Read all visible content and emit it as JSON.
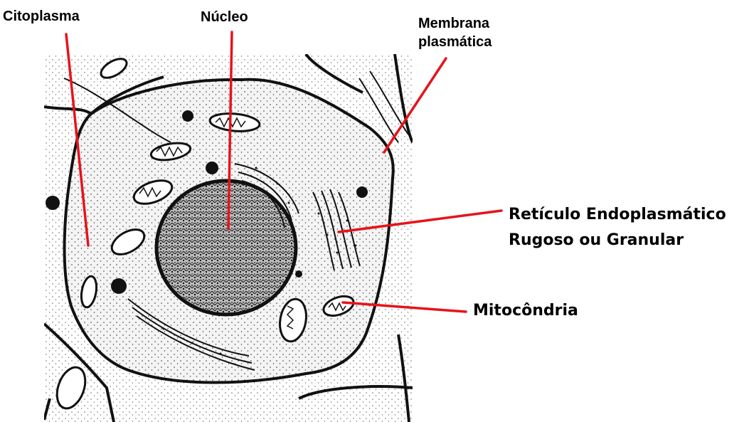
{
  "labels": {
    "citoplasma": "Citoplasma",
    "nucleo": "Núcleo",
    "membrana_line1": "Membrana",
    "membrana_line2": "plasmática",
    "reticulo_line1": "Retículo  Endoplasmático",
    "reticulo_line2": "Rugoso ou Granular",
    "mitocondria": "Mitocôndria"
  },
  "colors": {
    "pointer": "#e8121a",
    "ink": "#000000",
    "cell_fill": "#f4f4f4",
    "nucleus_fill": "#c8c8c8"
  }
}
